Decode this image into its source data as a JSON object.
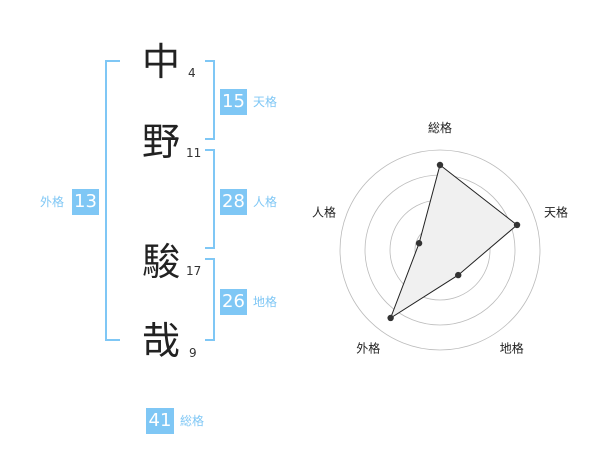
{
  "name": {
    "chars": [
      {
        "char": "中",
        "strokes": "4"
      },
      {
        "char": "野",
        "strokes": "11"
      },
      {
        "char": "駿",
        "strokes": "17"
      },
      {
        "char": "哉",
        "strokes": "9"
      }
    ]
  },
  "fortunes": {
    "tenkaku": {
      "value": "15",
      "label": "天格"
    },
    "jinkaku": {
      "value": "28",
      "label": "人格"
    },
    "chikaku": {
      "value": "26",
      "label": "地格"
    },
    "gaikaku": {
      "value": "13",
      "label": "外格"
    },
    "soukaku": {
      "value": "41",
      "label": "総格"
    }
  },
  "colors": {
    "accent": "#7fc7f5",
    "bracket": "#7fc7f5",
    "radar_fill": "#f0f0f0",
    "radar_line": "#222222",
    "radar_grid": "#bbbbbb"
  },
  "chart_data": {
    "type": "radar",
    "axes": [
      "総格",
      "天格",
      "地格",
      "外格",
      "人格"
    ],
    "values": [
      0.85,
      0.81,
      0.31,
      0.84,
      0.22
    ],
    "range": [
      0,
      1
    ],
    "rings": 4
  }
}
